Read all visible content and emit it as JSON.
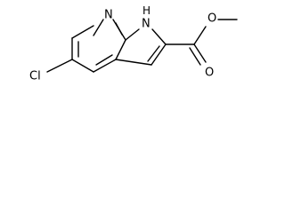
{
  "molecule": {
    "atoms": {
      "ring_nitrogen": "N",
      "nh_hydrogen": "H",
      "nh_nitrogen": "N",
      "chlorine": "Cl",
      "carbonyl_oxygen": "O",
      "ester_oxygen": "O"
    },
    "colors": {
      "bond": "#000000",
      "label": "#000000",
      "background": "#ffffff"
    }
  }
}
